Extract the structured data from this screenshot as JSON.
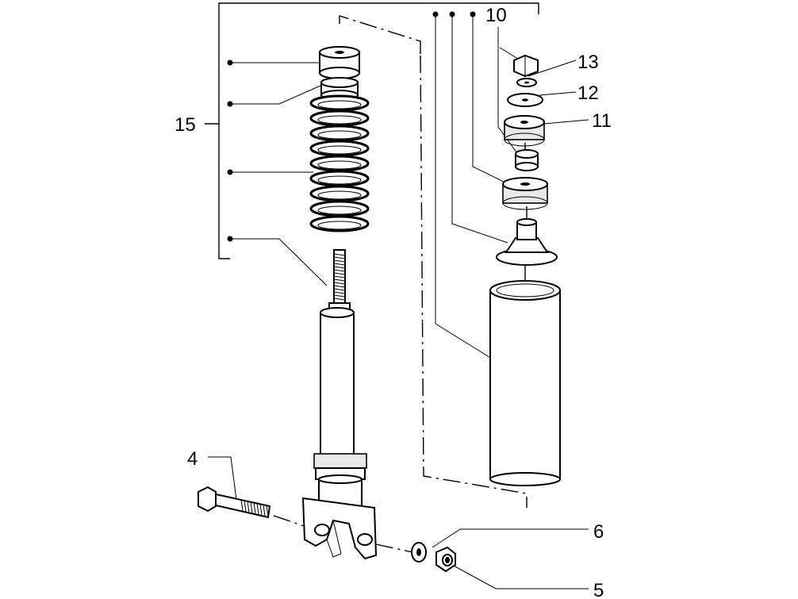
{
  "diagram": {
    "labels": {
      "l15": "15",
      "l10": "10",
      "l13": "13",
      "l12": "12",
      "l11": "11",
      "l4": "4",
      "l6": "6",
      "l5": "5"
    }
  }
}
